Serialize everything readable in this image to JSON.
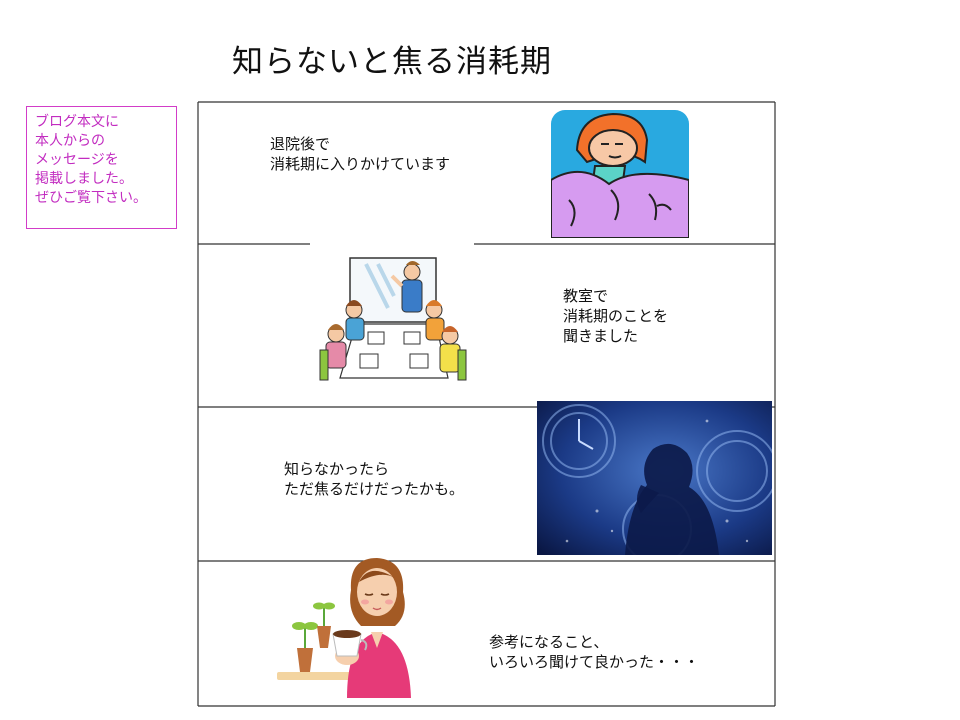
{
  "title": "知らないと焦る消耗期",
  "note": {
    "lines": [
      "ブログ本文に",
      "本人からの",
      "メッセージを",
      "掲載しました。",
      "ぜひご覧下さい。"
    ],
    "color": "#c22cc0"
  },
  "panels": [
    {
      "lines": [
        "退院後で",
        "消耗期に入りかけています"
      ],
      "image": "tired-woman-in-bed"
    },
    {
      "lines": [
        "教室で",
        "消耗期のことを",
        "聞きました"
      ],
      "image": "classroom-meeting"
    },
    {
      "lines": [
        "知らなかったら",
        "ただ焦るだけだったかも。"
      ],
      "image": "anxious-person-clocks"
    },
    {
      "lines": [
        "参考になること、",
        "いろいろ聞けて良かった・・・"
      ],
      "image": "woman-with-coffee-and-plants"
    }
  ]
}
